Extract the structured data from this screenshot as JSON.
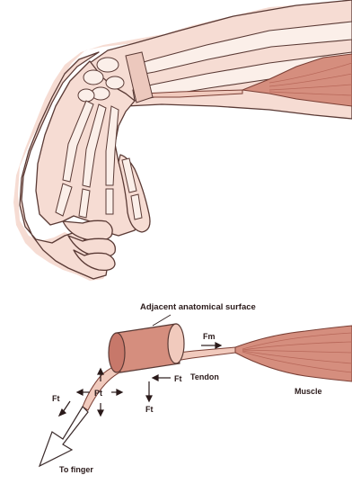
{
  "labels": {
    "adjacent_surface": "Adjacent anatomical surface",
    "fm": "Fm",
    "tendon": "Tendon",
    "muscle": "Muscle",
    "pt": "Pt",
    "ft_right": "Ft",
    "ft_left": "Ft",
    "ft_bottom": "Ft",
    "to_finger": "To finger"
  },
  "colors": {
    "skin_fill": "#f6dcd3",
    "skin_stroke": "#5a3a35",
    "bone_fill": "#fbefe9",
    "muscle_fill": "#d58e7e",
    "muscle_dark": "#b8685a",
    "tendon_fill": "#f1cabd"
  }
}
